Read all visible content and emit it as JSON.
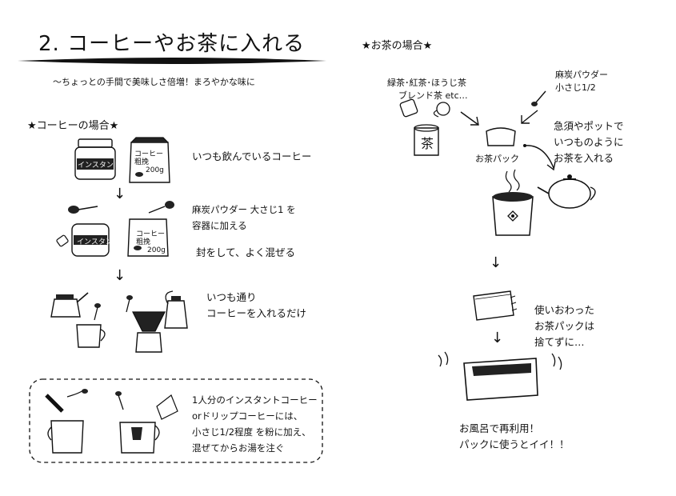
{
  "title": "2. コーヒーやお茶に入れる",
  "subtitle": "～ちょっとの手間で美味しさ倍増！まろやかな味に",
  "coffee": {
    "heading": "★コーヒーの場合★",
    "jar_instant": "インスタント",
    "jar_ground_line1": "コーヒー",
    "jar_ground_line2": "粗挽",
    "jar_ground_line3": "200g",
    "step1": "いつも飲んでいるコーヒー",
    "step2_line1": "麻炭パウダー 大さじ1 を",
    "step2_line2": "容器に加える",
    "step3": "封をして、よく混ぜる",
    "step4_line1": "いつも通り",
    "step4_line2": "コーヒーを入れるだけ",
    "box_line1": "1人分のインスタントコーヒー",
    "box_line2": "orドリップコーヒーには、",
    "box_line3": "小さじ1/2程度 を粉に加え、",
    "box_line4": "混ぜてからお湯を注ぐ",
    "arrow": "↓"
  },
  "tea": {
    "heading": "★お茶の場合★",
    "types_line1": "緑茶･紅茶･ほうじ茶",
    "types_line2": "ブレンド茶 etc…",
    "powder_line1": "麻炭パウダー",
    "powder_line2": "小さじ1/2",
    "can_label": "茶",
    "bag_label": "お茶パック",
    "brew_line1": "急須やポットで",
    "brew_line2": "いつものように",
    "brew_line3": "お茶を入れる",
    "reuse_line1": "使いおわった",
    "reuse_line2": "お茶パックは",
    "reuse_line3": "捨てずに…",
    "bath_line1": "お風呂で再利用！",
    "bath_line2": "パックに使うとイイ！！",
    "arrow": "↓"
  }
}
